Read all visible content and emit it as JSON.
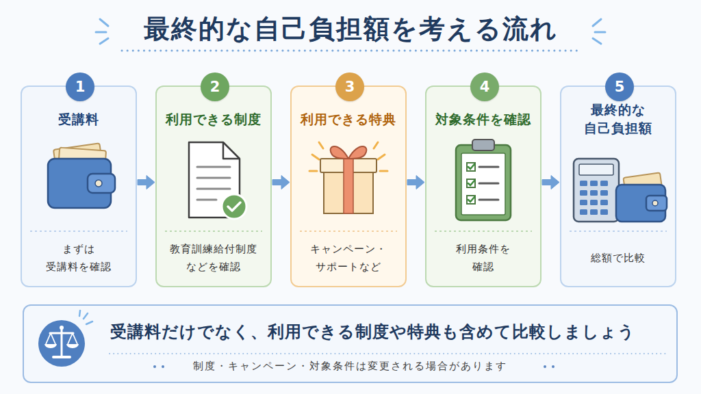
{
  "diagram": {
    "title": "最終的な自己負担額を考える流れ",
    "nodes": [
      {
        "text": [
          "受講料",
          "まずは 受講料を確認"
        ]
      },
      {
        "text": [
          "1"
        ],
        "in": 0
      },
      {
        "text": [
          "利用できる制度",
          "教育訓練給付制度 などを確認"
        ]
      },
      {
        "text": [
          "2"
        ],
        "in": 2
      },
      {
        "text": [
          "利用できる特典",
          "キャンペーン・ サポートなど"
        ]
      },
      {
        "text": [
          "3"
        ],
        "in": 4
      },
      {
        "text": [
          "対象条件を確認",
          "利用条件を 確認"
        ]
      },
      {
        "text": [
          "4"
        ],
        "in": 6
      },
      {
        "text": [
          "最終的な 自己負担額",
          "総額で比較"
        ]
      },
      {
        "text": [
          "5"
        ],
        "in": 8
      },
      {
        "text": [
          "受講料だけでなく、利用できる制度や特典も含めて比較しましょう",
          "制度・キャンペーン・対象条件は変更される場合があります"
        ]
      }
    ],
    "edges": [
      {
        "from": 0,
        "to": 2,
        "arrow": "to"
      },
      {
        "from": 2,
        "to": 4,
        "arrow": "to"
      },
      {
        "from": 4,
        "to": 6,
        "arrow": "to"
      },
      {
        "from": 6,
        "to": 8,
        "arrow": "to"
      }
    ]
  }
}
